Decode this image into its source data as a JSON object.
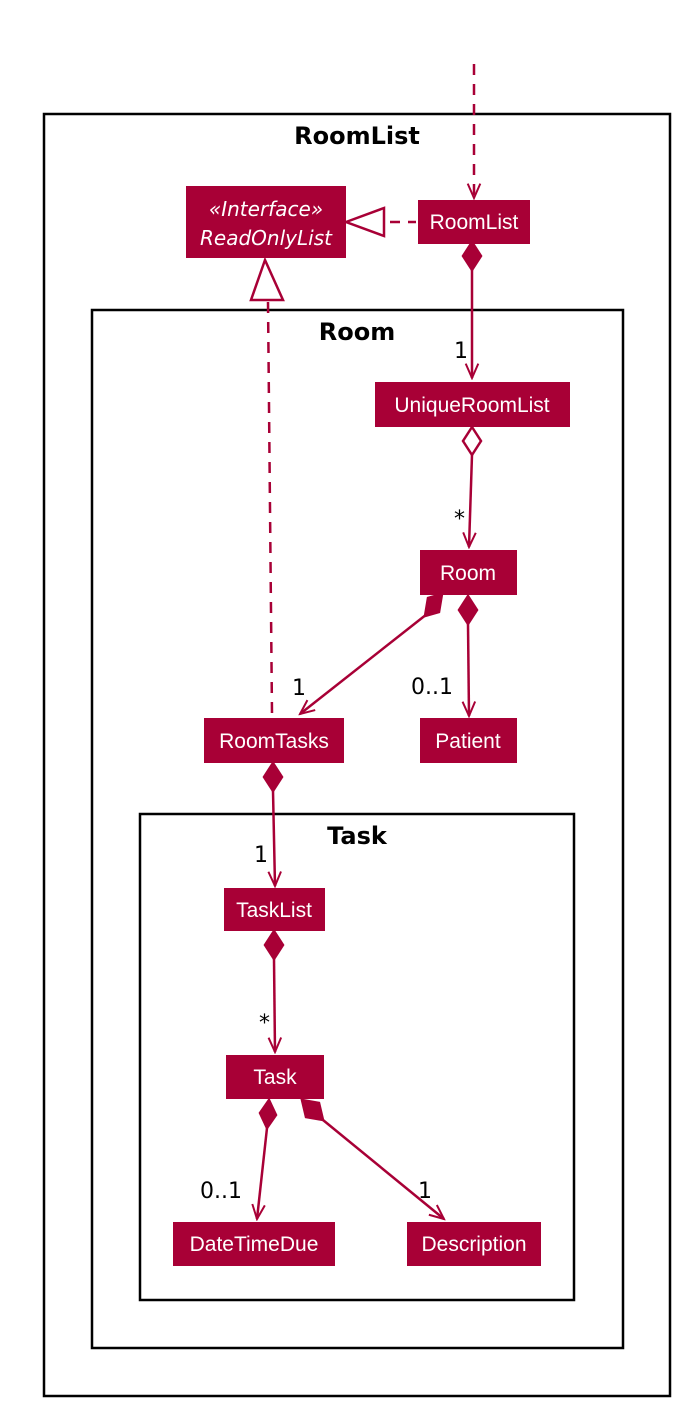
{
  "colors": {
    "class_fill": "#a80036",
    "class_text": "#ffffff",
    "edge": "#a80036",
    "package_border": "#000000"
  },
  "packages": {
    "roomlist": {
      "title": "RoomList"
    },
    "room": {
      "title": "Room"
    },
    "task": {
      "title": "Task"
    }
  },
  "classes": {
    "read_only_list": {
      "stereotype": "«Interface»",
      "name": "ReadOnlyList"
    },
    "room_list": {
      "name": "RoomList"
    },
    "unique_room_list": {
      "name": "UniqueRoomList"
    },
    "room": {
      "name": "Room"
    },
    "room_tasks": {
      "name": "RoomTasks"
    },
    "patient": {
      "name": "Patient"
    },
    "task_list": {
      "name": "TaskList"
    },
    "task": {
      "name": "Task"
    },
    "date_time_due": {
      "name": "DateTimeDue"
    },
    "description": {
      "name": "Description"
    }
  },
  "multiplicities": {
    "roomlist_unique": "1",
    "unique_room": "*",
    "room_roomtasks": "1",
    "room_patient": "0..1",
    "roomtasks_tasklist": "1",
    "tasklist_task": "*",
    "task_datetimedue": "0..1",
    "task_description": "1"
  }
}
